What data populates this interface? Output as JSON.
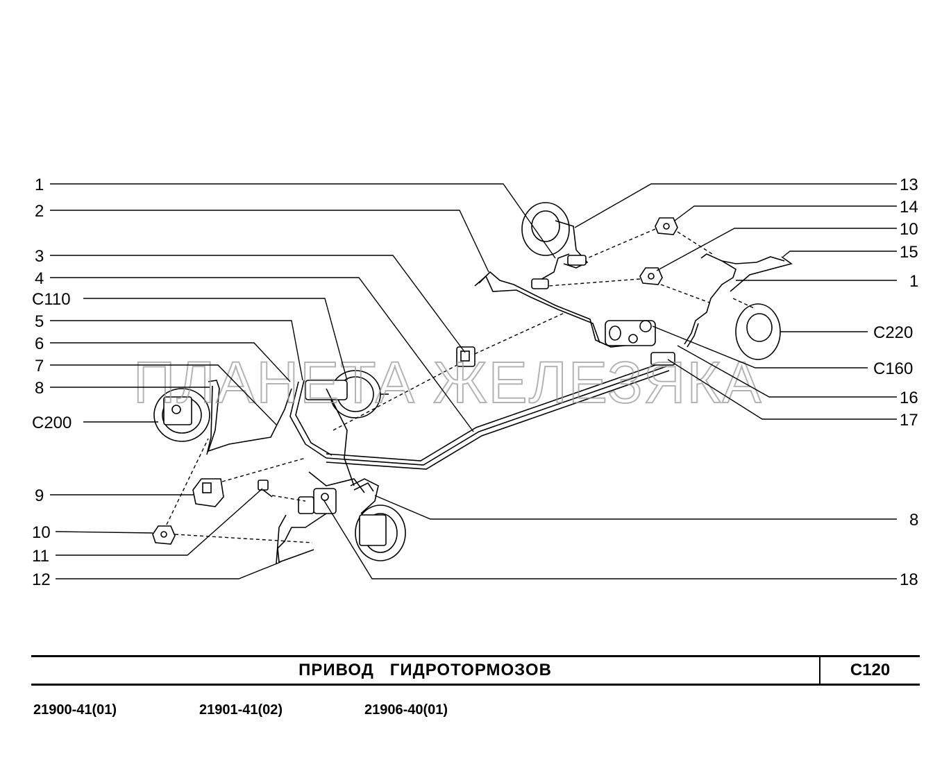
{
  "watermark": "ПЛАНЕТА ЖЕЛЕЗЯКА",
  "callouts_left": [
    "1",
    "2",
    "3",
    "4",
    "С110",
    "5",
    "6",
    "7",
    "8",
    "С200",
    "9",
    "10",
    "11",
    "12"
  ],
  "callouts_right": [
    "13",
    "14",
    "10",
    "15",
    "1",
    "С220",
    "С160",
    "16",
    "17",
    "8",
    "18"
  ],
  "title": {
    "main": "ПРИВОД   ГИДРОТОРМОЗОВ",
    "code": "С120"
  },
  "models": [
    "21900-41(01)",
    "21901-41(02)",
    "21906-40(01)"
  ]
}
